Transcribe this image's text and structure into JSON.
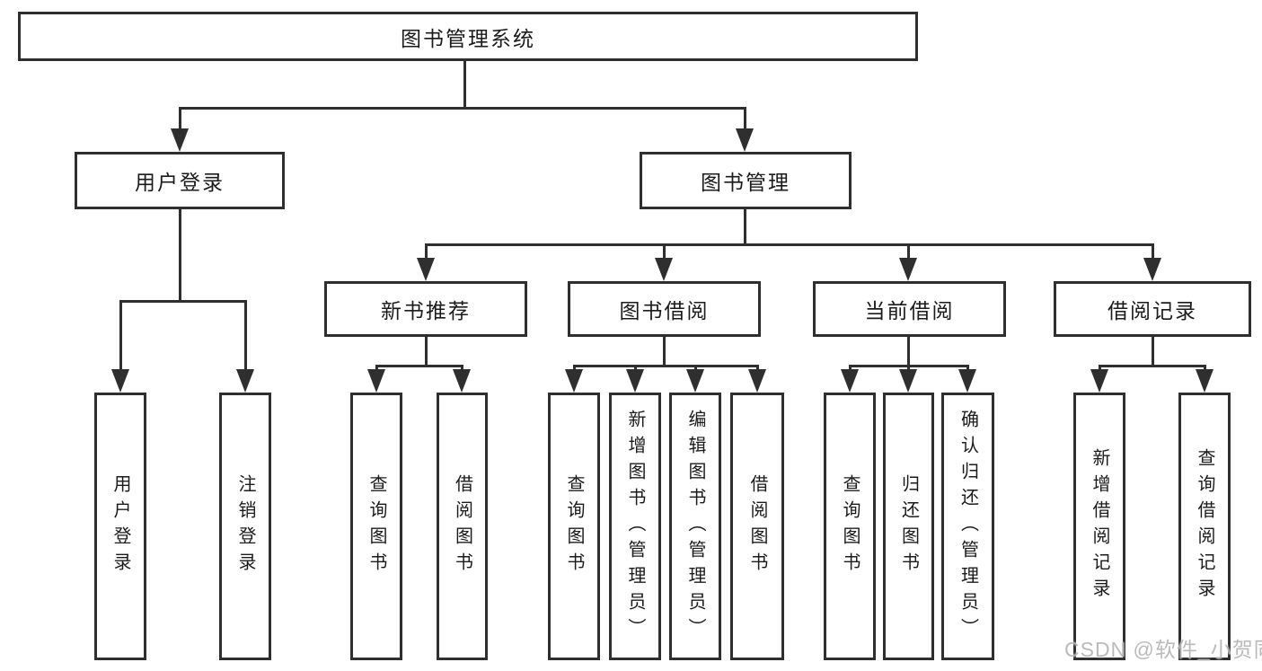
{
  "diagram": {
    "type": "tree",
    "root": {
      "label": "图书管理系统"
    },
    "branches": [
      {
        "label": "用户登录",
        "children": [
          {
            "label": "用户登录"
          },
          {
            "label": "注销登录"
          }
        ]
      },
      {
        "label": "图书管理",
        "children": [
          {
            "label": "新书推荐",
            "children": [
              {
                "label": "查询图书"
              },
              {
                "label": "借阅图书"
              }
            ]
          },
          {
            "label": "图书借阅",
            "children": [
              {
                "label": "查询图书"
              },
              {
                "label": "新增图书（管理员）"
              },
              {
                "label": "编辑图书（管理员）"
              },
              {
                "label": "借阅图书"
              }
            ]
          },
          {
            "label": "当前借阅",
            "children": [
              {
                "label": "查询图书"
              },
              {
                "label": "归还图书"
              },
              {
                "label": "确认归还（管理员）"
              }
            ]
          },
          {
            "label": "借阅记录",
            "children": [
              {
                "label": "新增借阅记录"
              },
              {
                "label": "查询借阅记录"
              }
            ]
          }
        ]
      }
    ],
    "watermark": "CSDN @软件_小贺同学",
    "colors": {
      "line": "#2f2f2f",
      "text": "#1b1b1b",
      "box_background": "#ffffff",
      "page_background": "#ffffff",
      "watermark": "#b5b5b5"
    }
  }
}
